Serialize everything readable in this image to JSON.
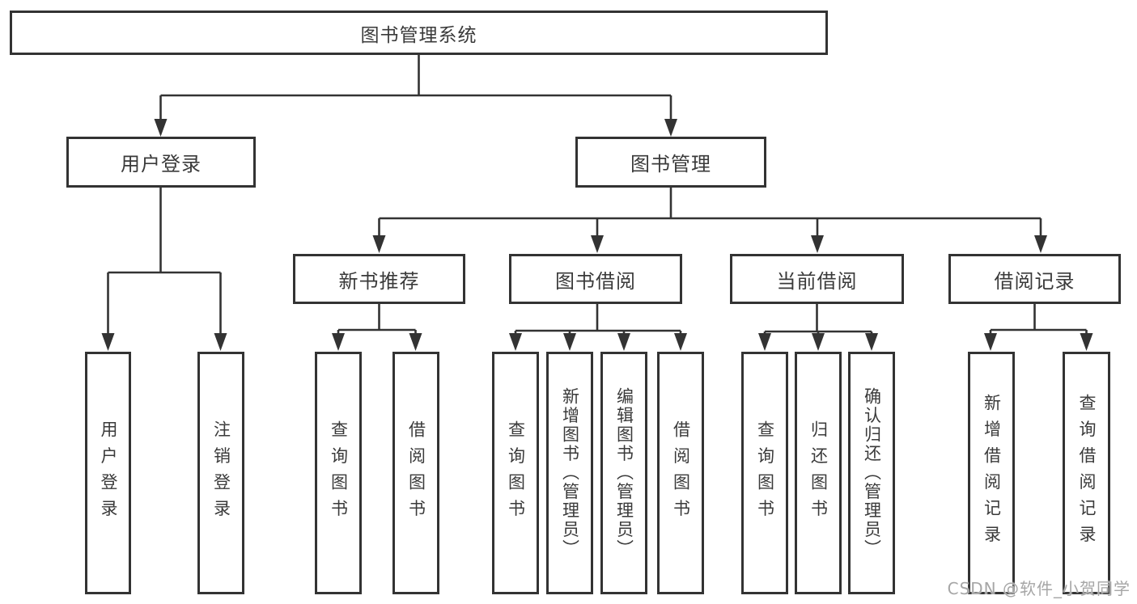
{
  "diagram": {
    "root": {
      "label": "图书管理系统"
    },
    "branches": [
      {
        "label": "用户登录",
        "children": [
          {
            "label": "用户登录"
          },
          {
            "label": "注销登录"
          }
        ]
      },
      {
        "label": "图书管理",
        "children": [
          {
            "label": "新书推荐",
            "children": [
              {
                "label": "查询图书"
              },
              {
                "label": "借阅图书"
              }
            ]
          },
          {
            "label": "图书借阅",
            "children": [
              {
                "label": "查询图书"
              },
              {
                "label": "新增图书（管理员）"
              },
              {
                "label": "编辑图书（管理员）"
              },
              {
                "label": "借阅图书"
              }
            ]
          },
          {
            "label": "当前借阅",
            "children": [
              {
                "label": "查询图书"
              },
              {
                "label": "归还图书"
              },
              {
                "label": "确认归还（管理员）"
              }
            ]
          },
          {
            "label": "借阅记录",
            "children": [
              {
                "label": "新增借阅记录"
              },
              {
                "label": "查询借阅记录"
              }
            ]
          }
        ]
      }
    ]
  },
  "watermark": {
    "text": "CSDN @软件_小贺同学"
  },
  "colors": {
    "line": "#333333",
    "text": "#3a3a3a",
    "watermark": "#a6a6a6"
  }
}
